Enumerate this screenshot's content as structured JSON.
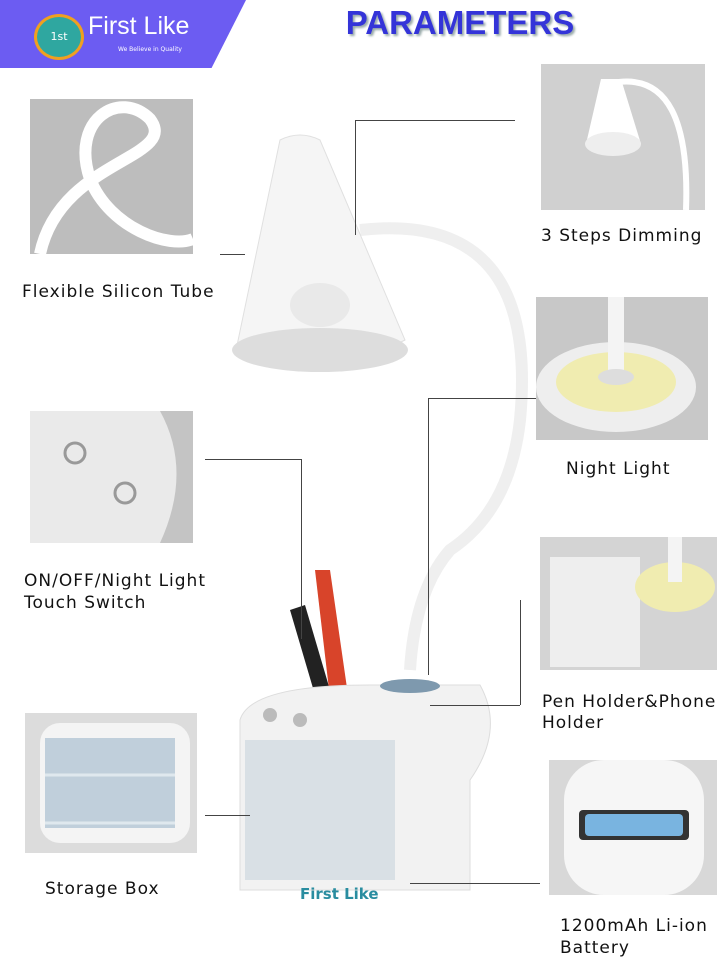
{
  "brand": {
    "name": "First Like",
    "tagline": "We Believe in Quality",
    "badge": "1st"
  },
  "title": "PARAMETERS",
  "features": [
    {
      "label": "Flexible Silicon Tube"
    },
    {
      "label": "3 Steps Dimming"
    },
    {
      "label": "Night Light"
    },
    {
      "label_line1": "ON/OFF/Night Light",
      "label_line2": "Touch Switch"
    },
    {
      "label_line1": "Pen Holder&Phone",
      "label_line2": "Holder"
    },
    {
      "label": "Storage Box"
    },
    {
      "label_line1": "1200mAh Li-ion",
      "label_line2": "Battery"
    }
  ],
  "colors": {
    "banner": "#6c5cf2",
    "title": "#3434d8"
  }
}
